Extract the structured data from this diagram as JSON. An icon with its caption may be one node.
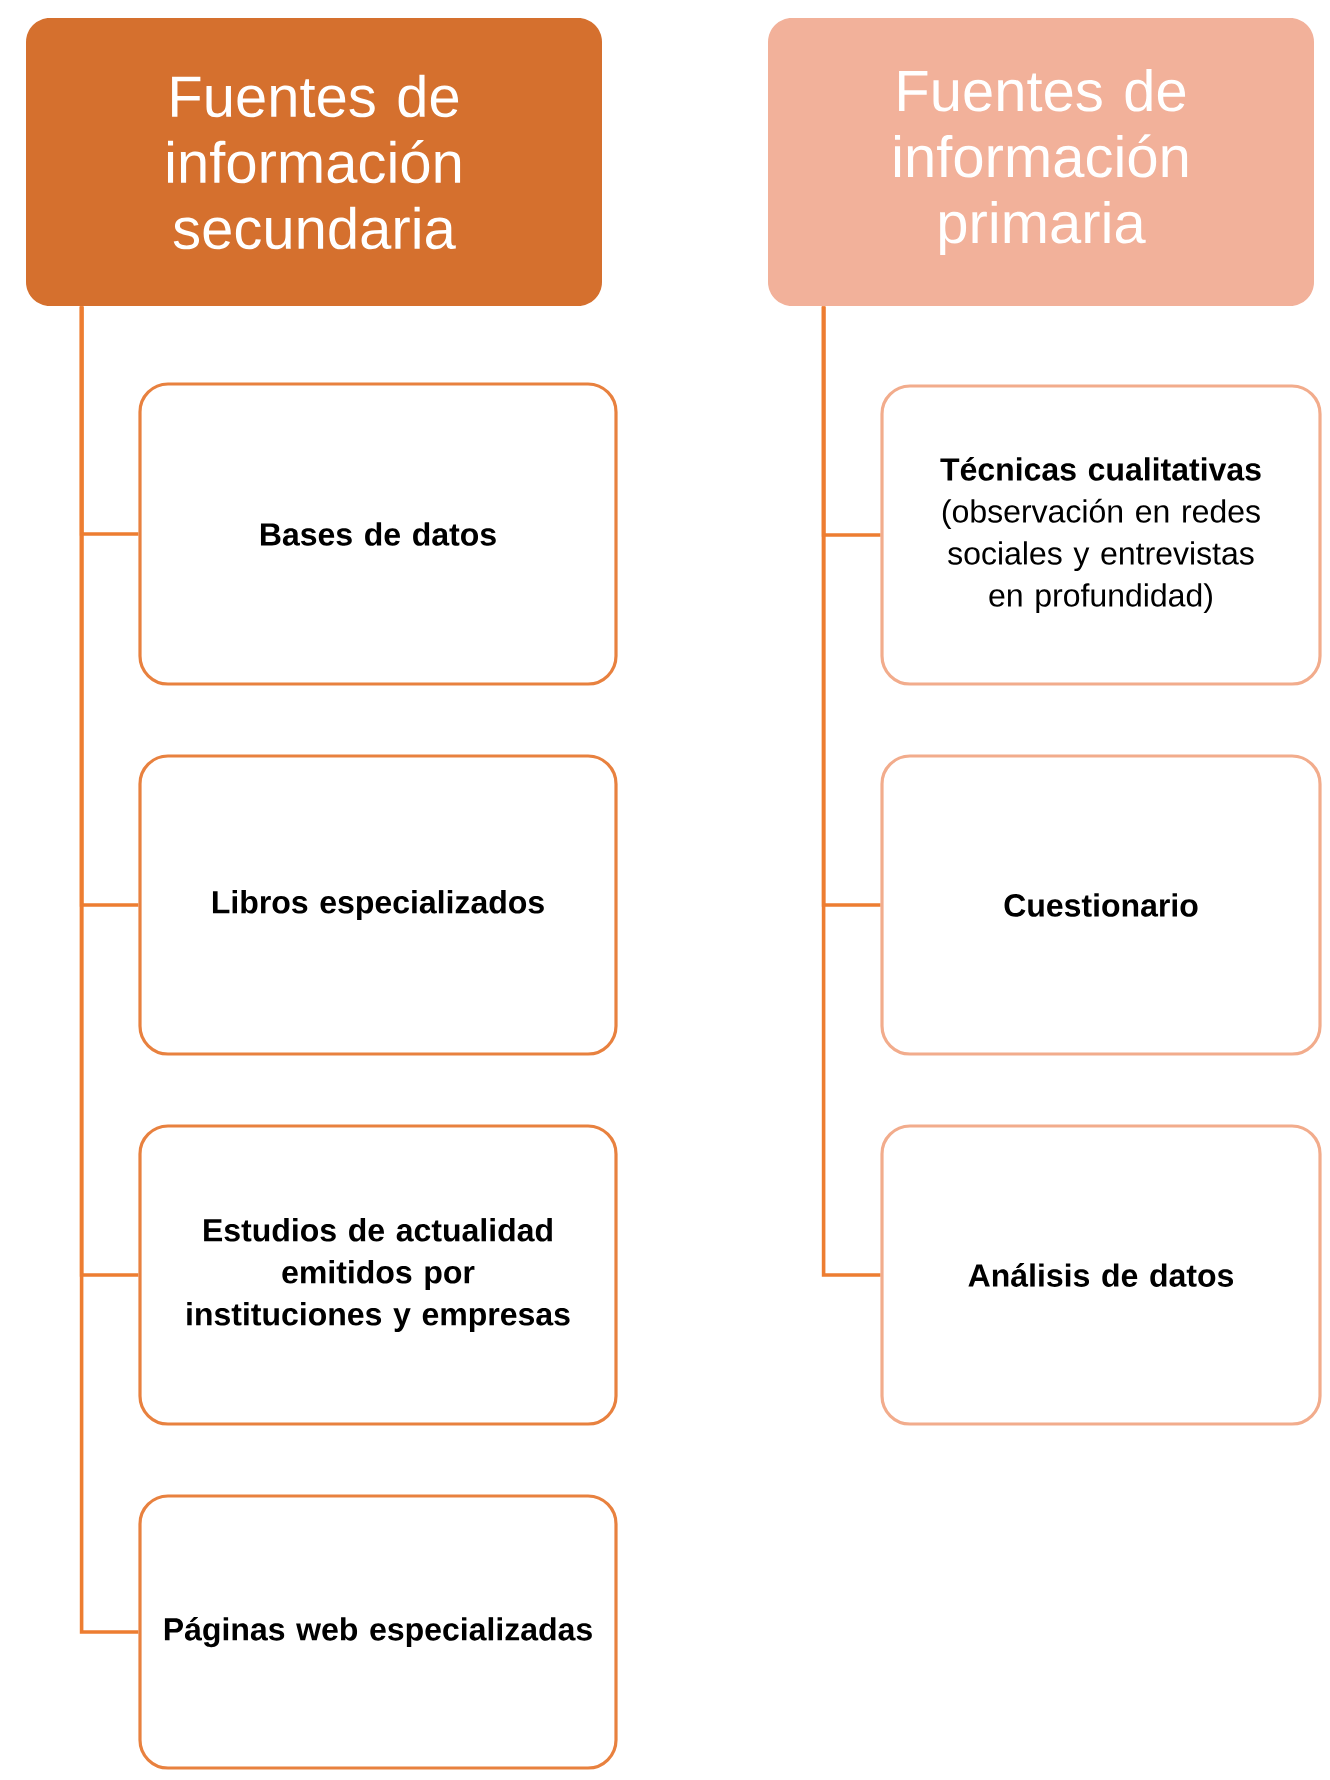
{
  "diagram": {
    "nodes": [
      {
        "text": [
          "Fuentes de información secundaria"
        ]
      },
      {
        "text": [
          "Bases de datos"
        ]
      },
      {
        "text": [
          "Libros especializados"
        ]
      },
      {
        "text": [
          "Estudios de actualidad emitidos por instituciones y empresas"
        ]
      },
      {
        "text": [
          "Páginas web especializadas"
        ]
      },
      {
        "text": [
          "Fuentes de información primaria"
        ]
      },
      {
        "text": [
          "**Técnicas cualitativas** (observación en redes sociales y entrevistas en profundidad)"
        ]
      },
      {
        "text": [
          "Cuestionario"
        ]
      },
      {
        "text": [
          "Análisis de datos"
        ]
      }
    ],
    "edges": [
      {
        "from": 0,
        "to": 1,
        "arrow": "none"
      },
      {
        "from": 0,
        "to": 2,
        "arrow": "none"
      },
      {
        "from": 0,
        "to": 3,
        "arrow": "none"
      },
      {
        "from": 0,
        "to": 4,
        "arrow": "none"
      },
      {
        "from": 5,
        "to": 6,
        "arrow": "none"
      },
      {
        "from": 5,
        "to": 7,
        "arrow": "none"
      },
      {
        "from": 5,
        "to": 8,
        "arrow": "none"
      }
    ]
  }
}
